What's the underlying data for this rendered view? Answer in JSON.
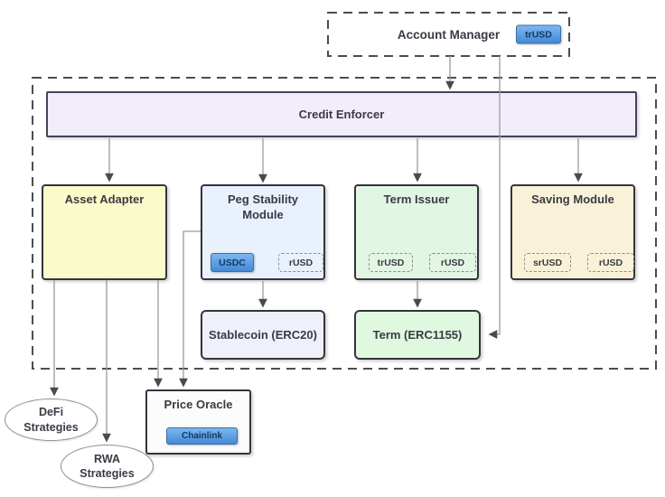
{
  "account_manager": {
    "label": "Account Manager",
    "badge": "trUSD"
  },
  "credit_enforcer": {
    "label": "Credit Enforcer"
  },
  "modules": [
    {
      "label": "Asset Adapter",
      "badges": []
    },
    {
      "label": "Peg Stability Module",
      "badges": [
        "USDC",
        "rUSD"
      ]
    },
    {
      "label": "Term Issuer",
      "badges": [
        "trUSD",
        "rUSD"
      ]
    },
    {
      "label": "Saving Module",
      "badges": [
        "srUSD",
        "rUSD"
      ]
    }
  ],
  "tokens": [
    {
      "label": "Stablecoin (ERC20)"
    },
    {
      "label": "Term (ERC1155)"
    }
  ],
  "price_oracle": {
    "label": "Price Oracle",
    "badge": "Chainlink"
  },
  "strategies": [
    {
      "label": "DeFi Strategies"
    },
    {
      "label": "RWA Strategies"
    }
  ],
  "colors": {
    "canvas_bg": "#ffffff",
    "dashed_border": "#4d4d4d",
    "box_border": "#35343f",
    "text": "#3a3a44",
    "line": "#9a9a9a",
    "arrowhead": "#4a4a4a",
    "credit_enforcer_fill": "#f3edfa",
    "asset_adapter_fill": "#fbfbca",
    "peg_fill": "#e9f1fc",
    "term_issuer_fill": "#e2f6e4",
    "saving_fill": "#faf2d8",
    "stablecoin_fill": "#eef1f9",
    "term_fill": "#dff8df",
    "oracle_fill": "#fcfcfc",
    "badge_top": "#7db7f0",
    "badge_bottom": "#4489d6",
    "badge_border": "#3a6ea8",
    "badge_text": "#123a63",
    "dashed_badge_border": "#8f8f8f",
    "ellipse_border": "#909090"
  }
}
